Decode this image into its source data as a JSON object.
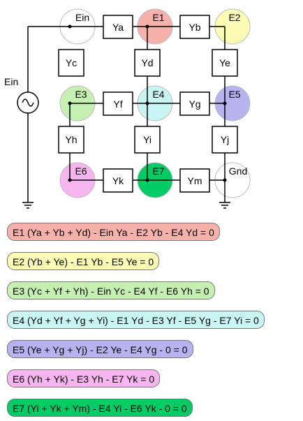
{
  "colors": {
    "E1": "#f6b1ab",
    "E2": "#fbfbb4",
    "E3": "#c5f0b1",
    "E4": "#c9f4f4",
    "E5": "#b6b3ef",
    "E6": "#f6b5ef",
    "E7": "#00cc66",
    "Ein": "#ffffff",
    "Gnd": "#ffffff"
  },
  "source_label": "Ein",
  "nodes": {
    "ein": "Ein",
    "e1": "E1",
    "e2": "E2",
    "e3": "E3",
    "e4": "E4",
    "e5": "E5",
    "e6": "E6",
    "e7": "E7",
    "gnd": "Gnd"
  },
  "admittances": {
    "ya": "Ya",
    "yb": "Yb",
    "yc": "Yc",
    "yd": "Yd",
    "ye": "Ye",
    "yf": "Yf",
    "yg": "Yg",
    "yh": "Yh",
    "yi": "Yi",
    "yj": "Yj",
    "yk": "Yk",
    "ym": "Ym"
  },
  "equations": [
    {
      "node": "E1",
      "text": "E1 (Ya + Yb + Yd) - Ein Ya - E2 Yb - E4 Yd = 0"
    },
    {
      "node": "E2",
      "text": "E2 (Yb + Ye) - E1 Yb - E5 Ye = 0"
    },
    {
      "node": "E3",
      "text": "E3 (Yc + Yf + Yh) - Ein Yc - E4 Yf - E6 Yh = 0"
    },
    {
      "node": "E4",
      "text": "E4 (Yd + Yf + Yg + Yi) - E1 Yd - E3 Yf - E5 Yg - E7 Yi = 0"
    },
    {
      "node": "E5",
      "text": "E5 (Ye + Yg + Yj) - E2 Ye - E4 Yg - 0 = 0"
    },
    {
      "node": "E6",
      "text": "E6 (Yh + Yk) - E3 Yh - E7 Yk = 0"
    },
    {
      "node": "E7",
      "text": "E7 (Yi + Yk + Ym) - E4 Yi - E6 Yk - 0 = 0"
    }
  ]
}
